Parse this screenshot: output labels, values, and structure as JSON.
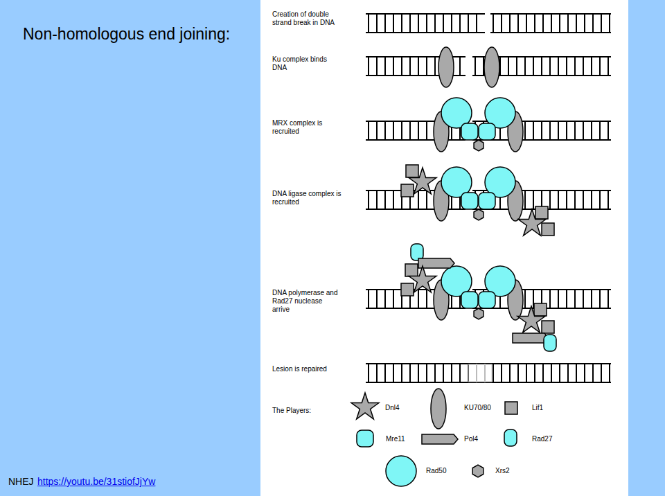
{
  "diagram": {
    "title": "Non-homologous end joining:",
    "labels": [
      "Creation of double strand break in DNA",
      "Ku complex binds DNA",
      "MRX complex is recruited",
      "DNA ligase complex is recruited",
      "DNA polymerase and Rad27 nuclease arrive",
      "Lesion is repaired",
      "The Players:",
      "NHEJ",
      "https://youtu.be/31stiofJjYw"
    ],
    "legend": [
      {
        "text": "Dnl4"
      },
      {
        "text": "KU70/80"
      },
      {
        "text": "Lif1"
      },
      {
        "text": "Mre11"
      },
      {
        "text": "Pol4"
      },
      {
        "text": "Rad27"
      },
      {
        "text": "Rad50"
      },
      {
        "text": "Xrs2"
      }
    ]
  }
}
